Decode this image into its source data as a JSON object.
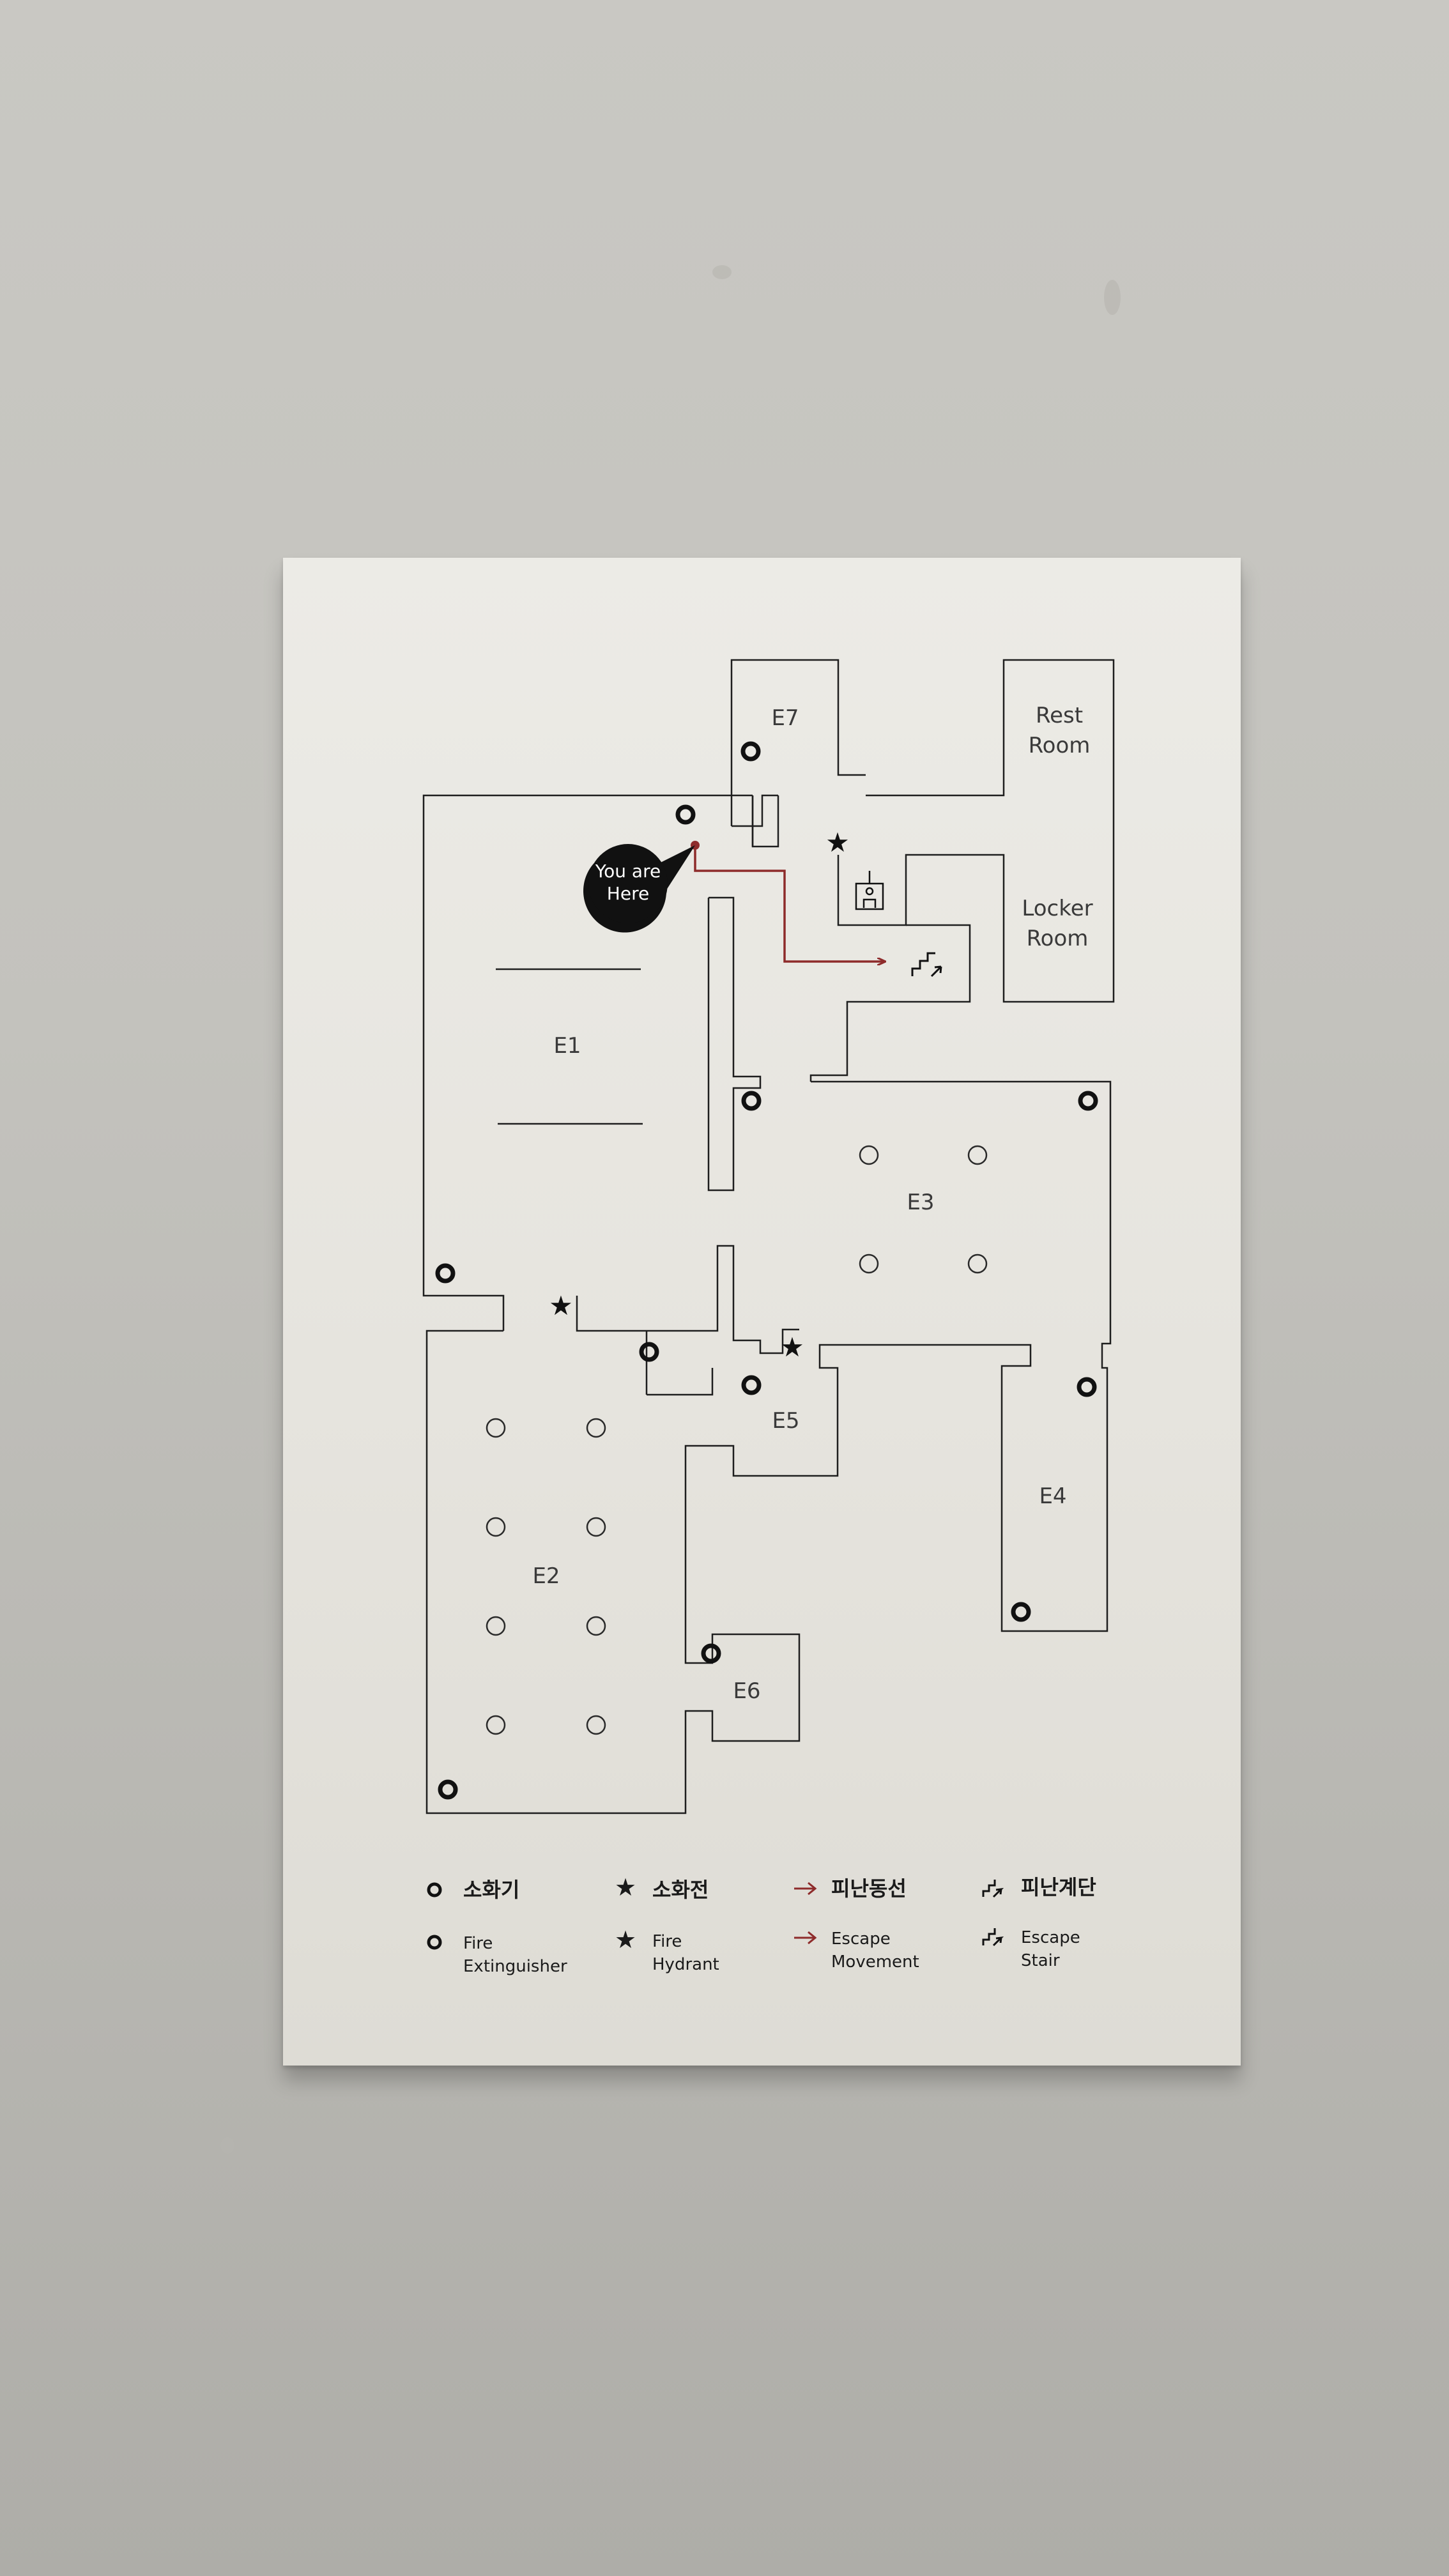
{
  "map": {
    "you_are_here": [
      "You are",
      "Here"
    ],
    "rooms": {
      "e1": "E1",
      "e2": "E2",
      "e3": "E3",
      "e4": "E4",
      "e5": "E5",
      "e6": "E6",
      "e7": "E7",
      "rest_room": [
        "Rest",
        "Room"
      ],
      "locker_room": [
        "Locker",
        "Room"
      ]
    }
  },
  "legend": {
    "extinguisher": {
      "ko": "소화기",
      "en": [
        "Fire",
        "Extinguisher"
      ],
      "icon": "fire-extinguisher-icon"
    },
    "hydrant": {
      "ko": "소화전",
      "en": [
        "Fire",
        "Hydrant"
      ],
      "icon": "fire-hydrant-icon"
    },
    "movement": {
      "ko": "피난동선",
      "en": [
        "Escape",
        "Movement"
      ],
      "icon": "escape-arrow-icon"
    },
    "stair": {
      "ko": "피난계단",
      "en": [
        "Escape",
        "Stair"
      ],
      "icon": "escape-stair-icon"
    }
  },
  "colors": {
    "route": "#8e2b2b",
    "ink": "#1e1e1e",
    "board": "#e8e6e0"
  }
}
